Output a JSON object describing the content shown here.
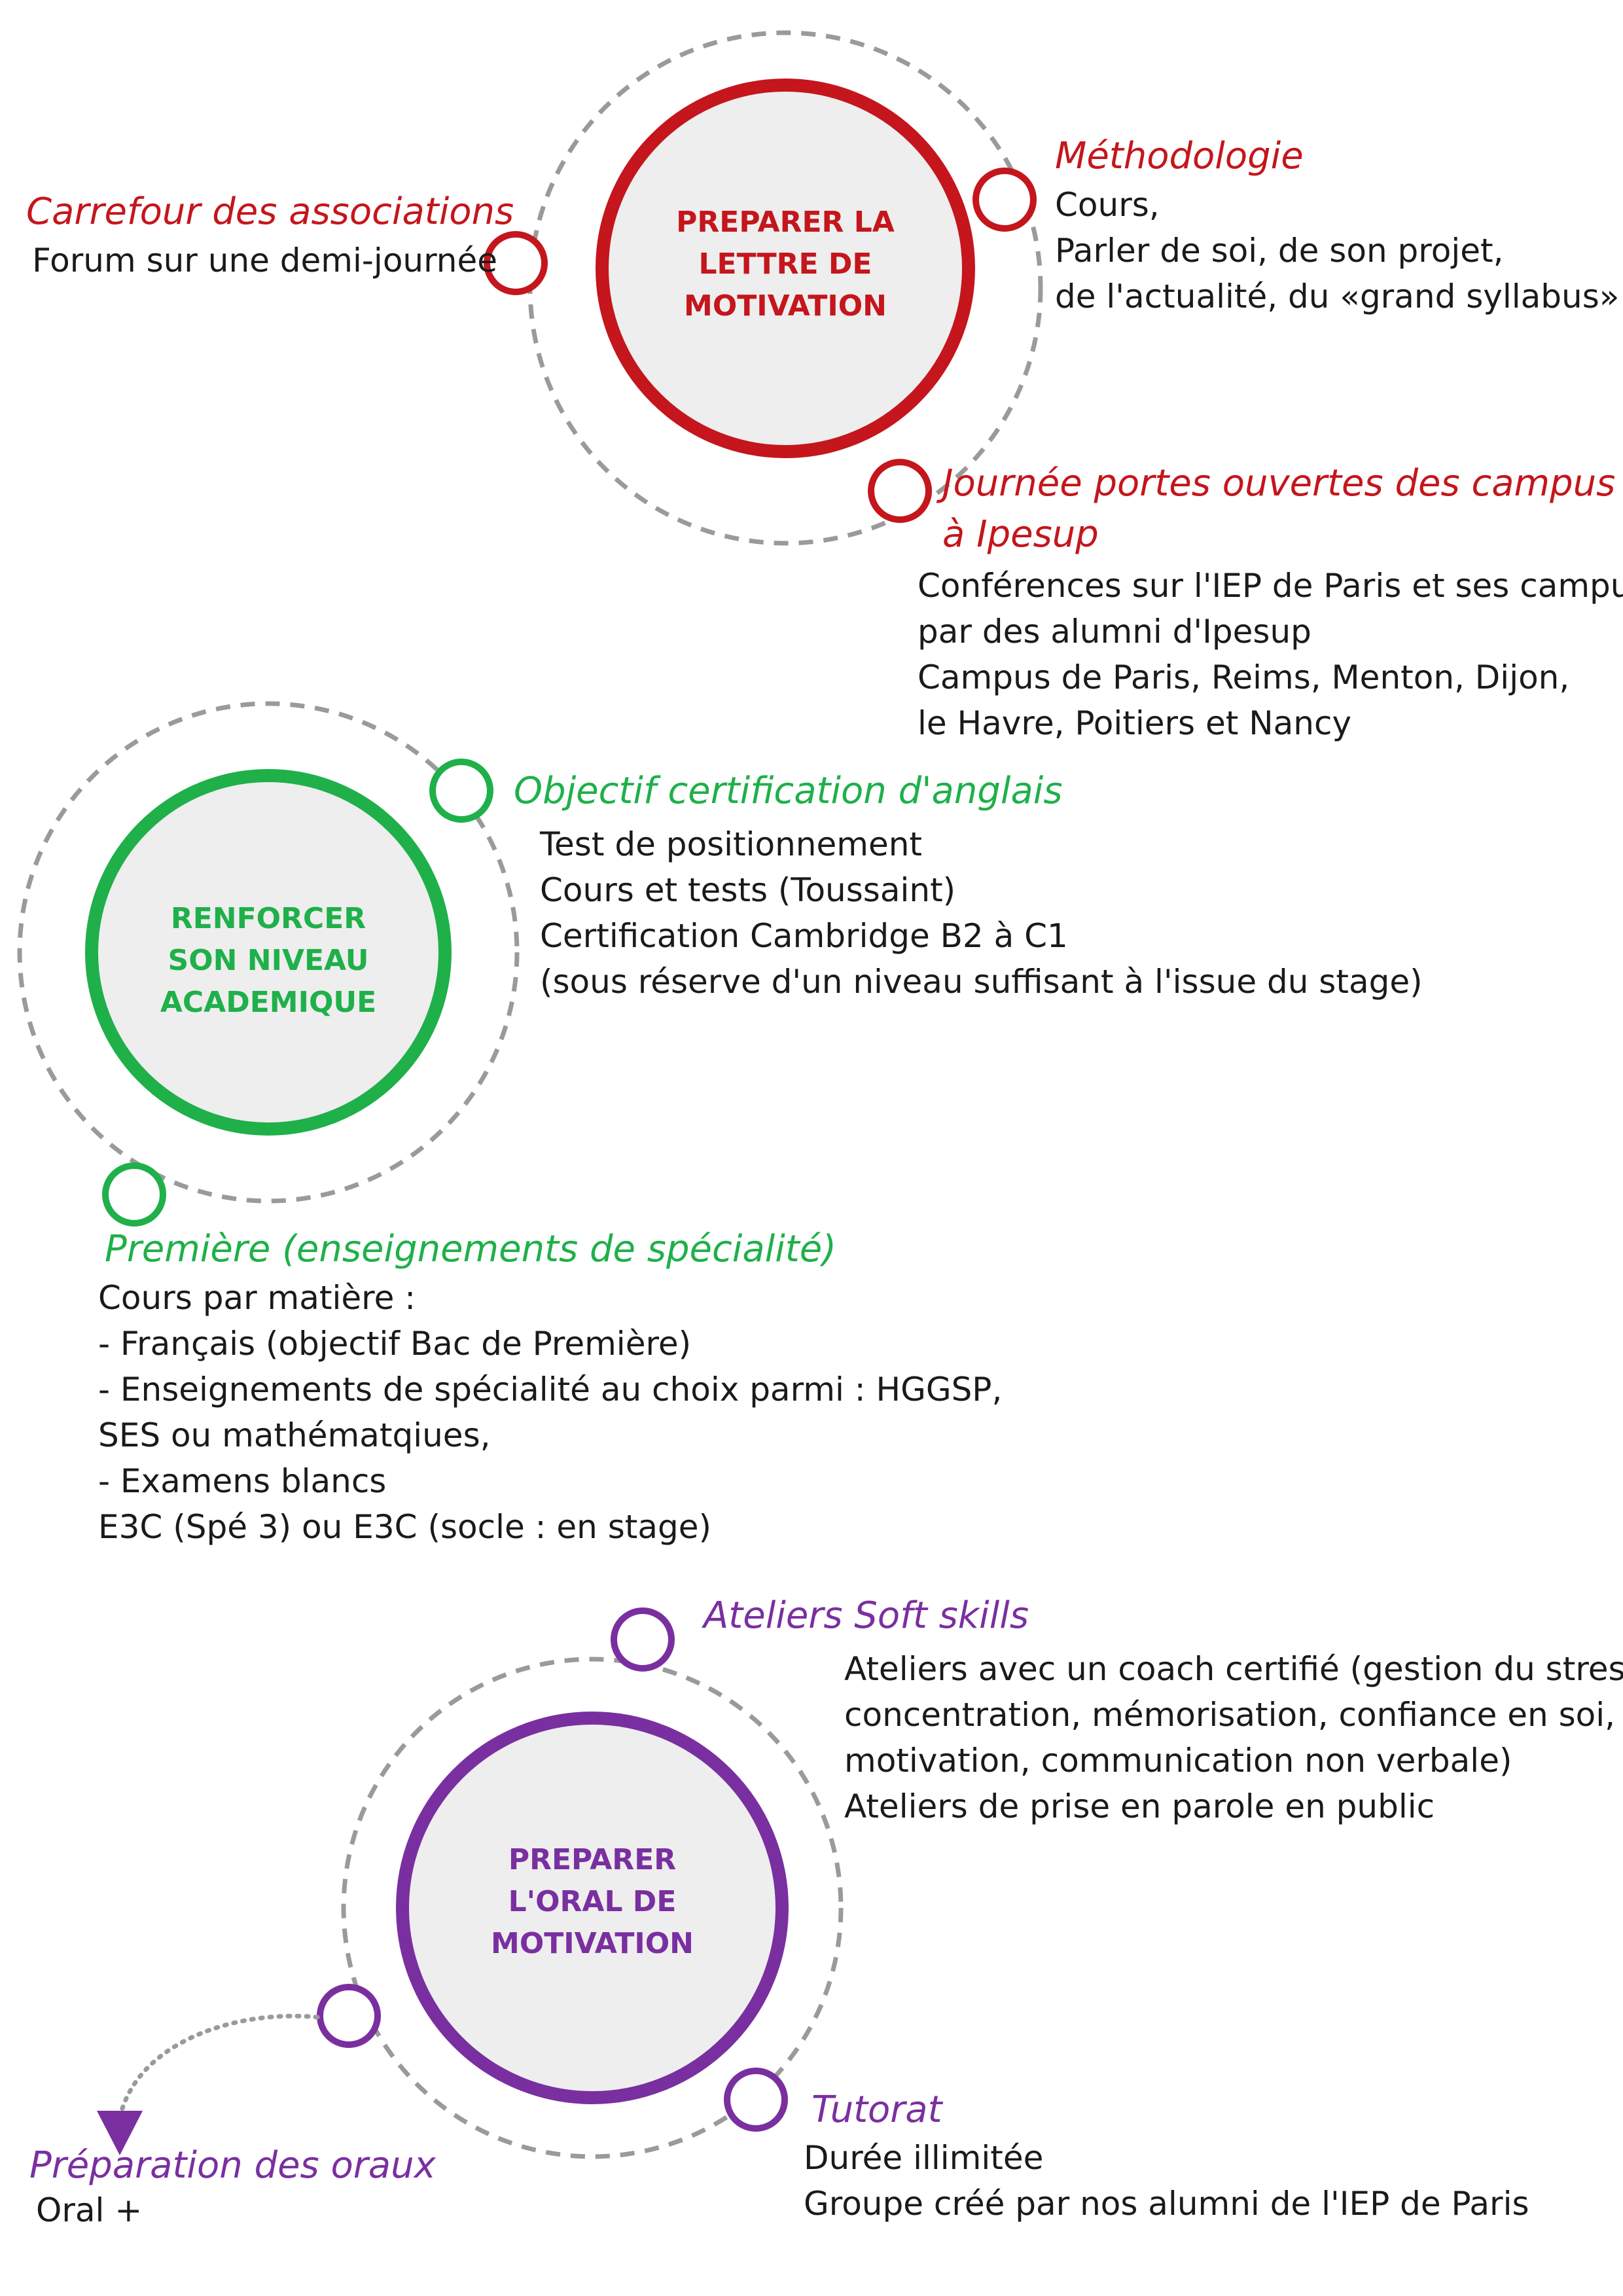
{
  "colors": {
    "red": "#c4161c",
    "green": "#1fb04a",
    "purple": "#7a2fa0",
    "dash": "#9a9a9a",
    "hub_fill": "#eeeeee"
  },
  "hubs": [
    {
      "id": "motivation-letter",
      "color": "red",
      "lines": [
        "PREPARER LA",
        "LETTRE DE",
        "MOTIVATION"
      ]
    },
    {
      "id": "academic-level",
      "color": "green",
      "lines": [
        "RENFORCER",
        "SON NIVEAU",
        "ACADEMIQUE"
      ]
    },
    {
      "id": "oral-prep",
      "color": "purple",
      "lines": [
        "PREPARER",
        "L'ORAL DE",
        "MOTIVATION"
      ]
    }
  ],
  "items": {
    "carrefour": {
      "title": "Carrefour des associations",
      "lines": [
        "Forum sur une demi-journée"
      ]
    },
    "methodologie": {
      "title": "Méthodologie",
      "lines": [
        "Cours,",
        "Parler de soi, de son projet,",
        "de l'actualité, du «grand syllabus»"
      ]
    },
    "journee": {
      "title_lines": [
        "Journée portes ouvertes des campus",
        "à Ipesup"
      ],
      "lines": [
        "Conférences sur l'IEP de Paris et ses campus",
        "par des alumni d'Ipesup",
        "Campus de Paris, Reims, Menton, Dijon,",
        "le Havre, Poitiers et Nancy"
      ]
    },
    "anglais": {
      "title": "Objectif certification d'anglais",
      "lines": [
        "Test de positionnement",
        "Cours et tests (Toussaint)",
        "Certification Cambridge B2 à C1",
        "(sous réserve d'un niveau suffisant à l'issue du stage)"
      ]
    },
    "premiere": {
      "title": "Première (enseignements de spécialité)",
      "lines": [
        "Cours par matière :",
        "- Français (objectif Bac de Première)",
        "- Enseignements de spécialité au choix parmi : HGGSP,",
        "SES ou mathématqiues,",
        "- Examens blancs",
        "E3C (Spé 3) ou E3C (socle : en stage)"
      ]
    },
    "softskills": {
      "title": "Ateliers Soft skills",
      "lines": [
        "Ateliers avec un coach certifié (gestion du stress,",
        "concentration, mémorisation, confiance en soi,",
        "motivation, communication non verbale)",
        "Ateliers de prise en parole en public"
      ]
    },
    "tutorat": {
      "title": "Tutorat",
      "lines": [
        "Durée illimitée",
        "Groupe créé par nos alumni de l'IEP de Paris"
      ]
    },
    "oraux": {
      "title": "Préparation des oraux",
      "lines": [
        "Oral +"
      ]
    }
  }
}
